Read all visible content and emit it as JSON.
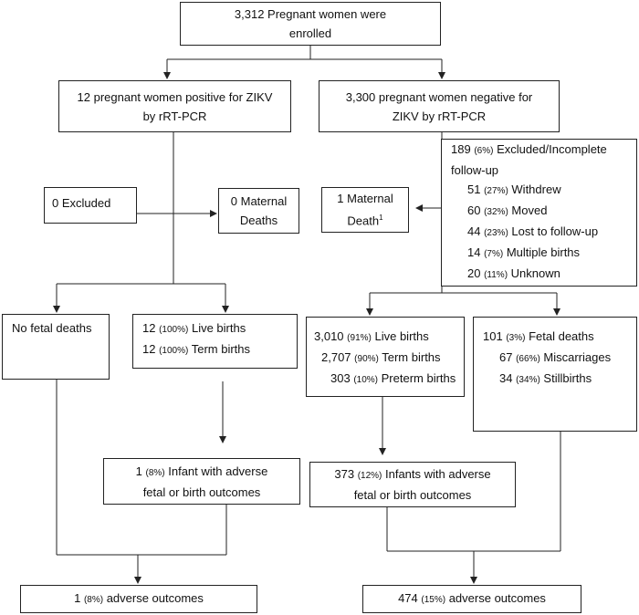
{
  "boxes": {
    "enrolled": {
      "line1": "3,312 Pregnant women were",
      "line2": "enrolled"
    },
    "positive": {
      "line1": "12  pregnant women positive for ZIKV",
      "line2": "by rRT-PCR"
    },
    "negative": {
      "line1": "3,300 pregnant women negative for",
      "line2": "ZIKV by rRT-PCR"
    },
    "pos_excluded": {
      "text": "0 Excluded"
    },
    "pos_maternal_deaths": {
      "line1": "0 Maternal",
      "line2": "Deaths"
    },
    "neg_maternal_death": {
      "line1": "1 Maternal",
      "line2": "Death",
      "sup": "1"
    },
    "neg_excluded": {
      "head_count": "189",
      "head_pct": "(6%)",
      "head_text": "Excluded/Incomplete",
      "head_line2": "follow-up",
      "items": [
        {
          "count": "51",
          "pct": "(27%)",
          "label": "Withdrew"
        },
        {
          "count": "60",
          "pct": "(32%)",
          "label": "Moved"
        },
        {
          "count": "44",
          "pct": "(23%)",
          "label": "Lost to follow-up"
        },
        {
          "count": "14",
          "pct": "(7%)",
          "label": "Multiple births"
        },
        {
          "count": "20",
          "pct": "(11%)",
          "label": "Unknown"
        }
      ]
    },
    "no_fetal": {
      "text": "No fetal deaths"
    },
    "pos_live": {
      "l1_count": "12",
      "l1_pct": "(100%)",
      "l1_label": "Live births",
      "l2_count": "12",
      "l2_pct": "(100%)",
      "l2_label": "Term births"
    },
    "neg_live": {
      "l1_count": "3,010",
      "l1_pct": "(91%)",
      "l1_label": "Live births",
      "l2_count": "2,707",
      "l2_pct": "(90%)",
      "l2_label": "Term births",
      "l3_count": "303",
      "l3_pct": "(10%)",
      "l3_label": "Preterm births"
    },
    "neg_fetal": {
      "l1_count": "101",
      "l1_pct": "(3%)",
      "l1_label": "Fetal deaths",
      "l2_count": "67",
      "l2_pct": "(66%)",
      "l2_label": "Miscarriages",
      "l3_count": "34",
      "l3_pct": "(34%)",
      "l3_label": "Stillbirths"
    },
    "pos_infant": {
      "count": "1",
      "pct": "(8%)",
      "label": "Infant with adverse",
      "line2": "fetal or birth outcomes"
    },
    "neg_infant": {
      "count": "373",
      "pct": "(12%)",
      "label": "Infants with adverse",
      "line2": "fetal or birth outcomes"
    },
    "pos_total": {
      "count": "1",
      "pct": "(8%)",
      "label": "adverse outcomes"
    },
    "neg_total": {
      "count": "474",
      "pct": "(15%)",
      "label": "adverse outcomes"
    }
  }
}
